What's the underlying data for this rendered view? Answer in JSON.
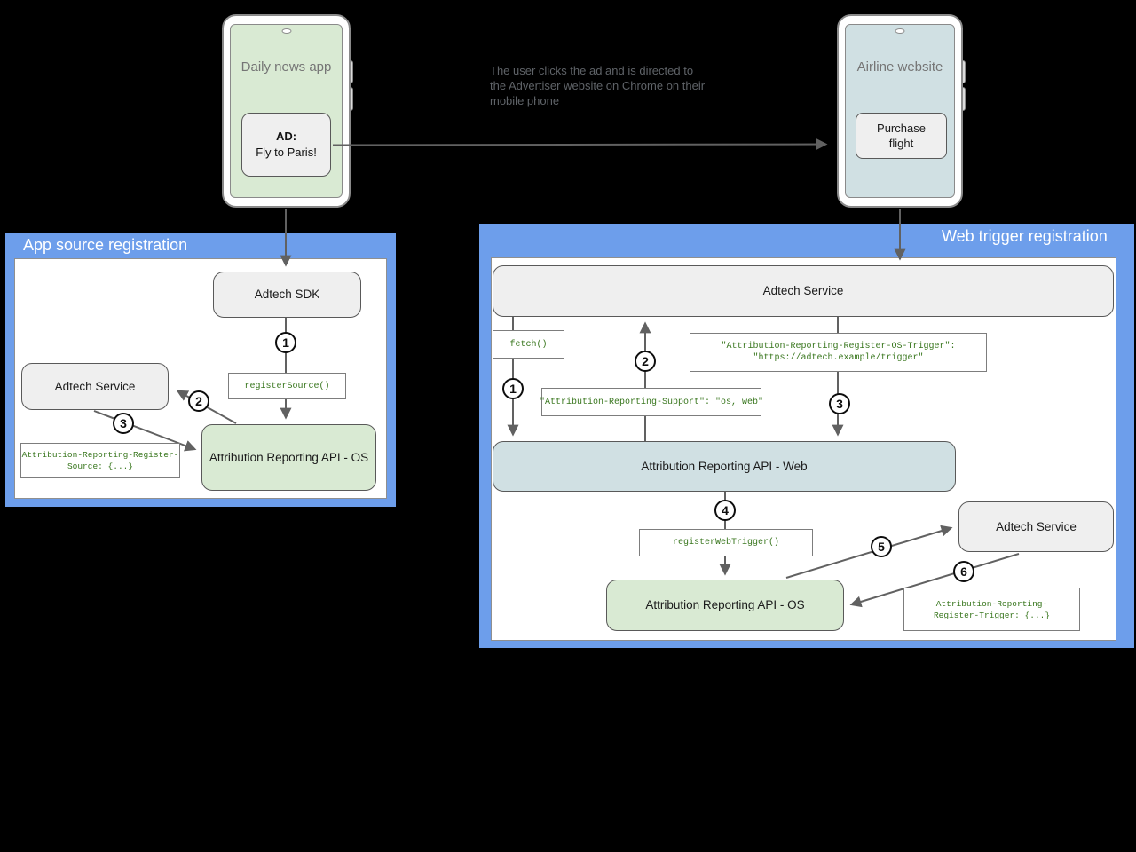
{
  "colors": {
    "panel_blue": "#6d9eeb",
    "node_green": "#d9ead3",
    "node_blue": "#d0e0e3",
    "node_gray": "#efefef",
    "code_green": "#38761d",
    "arrow_gray": "#616161",
    "background": "#000000"
  },
  "annotation": {
    "text": "The user clicks the ad and is directed to the Advertiser website on Chrome on their mobile phone"
  },
  "phones": {
    "news": {
      "title": "Daily news app",
      "ad_heading": "AD:",
      "ad_text": "Fly to Paris!"
    },
    "airline": {
      "title": "Airline website",
      "button": "Purchase flight"
    }
  },
  "panels": {
    "app_source": {
      "title": "App source registration",
      "nodes": {
        "sdk": "Adtech SDK",
        "service": "Adtech Service",
        "api_os": "Attribution Reporting API - OS"
      },
      "code": {
        "register_source": "registerSource()",
        "header_line1": "Attribution-Reporting-Register-",
        "header_line2": "Source: {...}"
      },
      "steps": [
        "1",
        "2",
        "3"
      ]
    },
    "web_trigger": {
      "title": "Web trigger registration",
      "nodes": {
        "service_top": "Adtech Service",
        "api_web": "Attribution Reporting API - Web",
        "service_right": "Adtech Service",
        "api_os": "Attribution Reporting API - OS"
      },
      "code": {
        "fetch": "fetch()",
        "os_trigger_line1": "\"Attribution-Reporting-Register-OS-Trigger\":",
        "os_trigger_line2": "\"https://adtech.example/trigger\"",
        "support": "\"Attribution-Reporting-Support\": \"os, web\"",
        "register_web_trigger": "registerWebTrigger()",
        "trigger_header_line1": "Attribution-Reporting-",
        "trigger_header_line2": "Register-Trigger: {...}"
      },
      "steps": [
        "1",
        "2",
        "3",
        "4",
        "5",
        "6"
      ]
    }
  }
}
